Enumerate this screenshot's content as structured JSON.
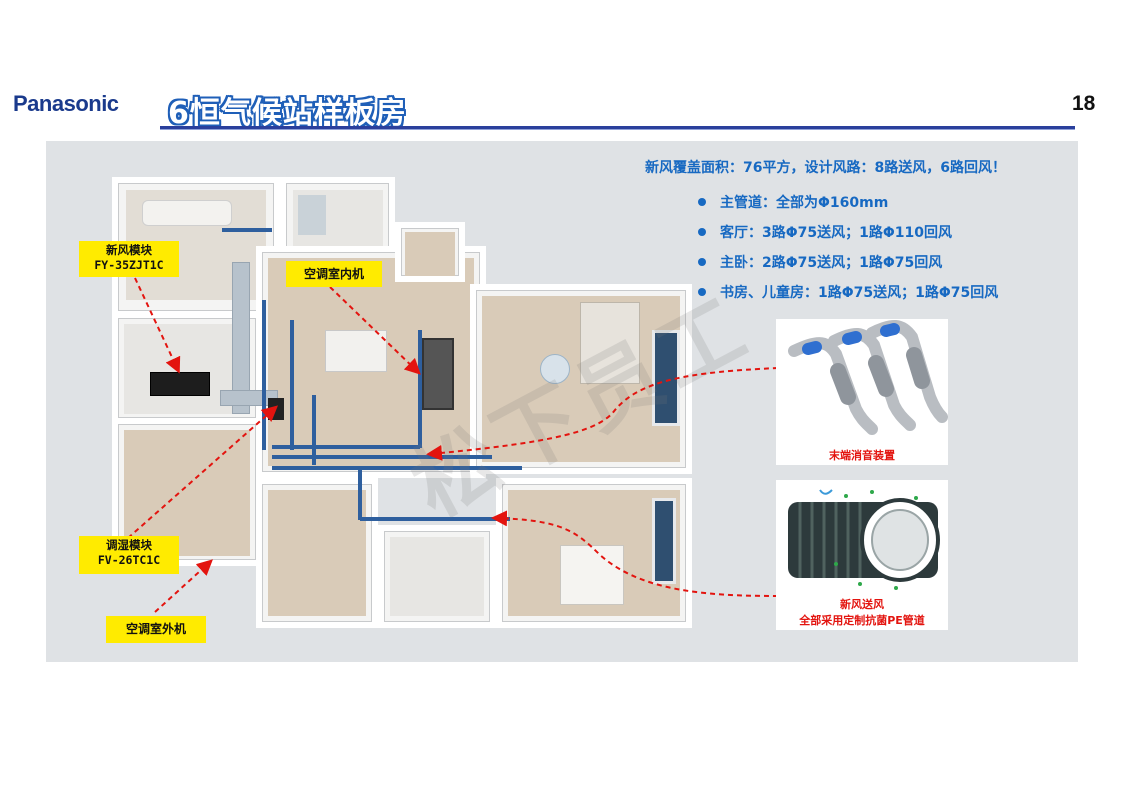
{
  "header": {
    "logo": "Panasonic",
    "title": "6恒气候站样板房",
    "page_number": "18"
  },
  "info": {
    "headline": "新风覆盖面积：76平方，设计风路：8路送风，6路回风！",
    "bullets": [
      "主管道：全部为Φ160mm",
      "客厅：3路Φ75送风；1路Φ110回风",
      "主卧：2路Φ75送风；1路Φ75回风",
      "书房、儿童房：1路Φ75送风；1路Φ75回风"
    ]
  },
  "callouts": {
    "fresh_air_module": {
      "line1": "新风模块",
      "line2": "FY-35ZJT1C"
    },
    "indoor_unit": "空调室内机",
    "humidity_module": {
      "line1": "调湿模块",
      "line2": "FV-26TC1C"
    },
    "outdoor_unit": "空调室外机"
  },
  "photos": {
    "silencer_caption": "末端消音装置",
    "pe_pipe_caption_line1": "新风送风",
    "pe_pipe_caption_line2": "全部采用定制抗菌PE管道"
  },
  "colors": {
    "brand_blue": "#1a3a8c",
    "info_blue": "#1769c2",
    "callout_yellow": "#ffeb00",
    "arrow_red": "#e3140f",
    "pipe_blue": "#2e5f9e"
  }
}
